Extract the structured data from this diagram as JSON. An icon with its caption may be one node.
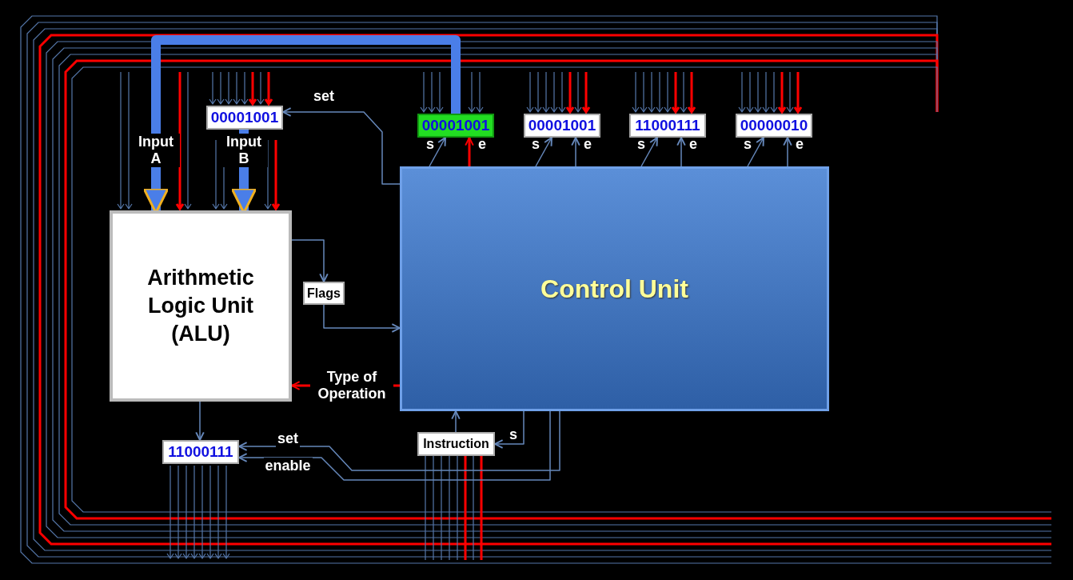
{
  "diagram": {
    "nodes": [
      {
        "text": [
          "00001001"
        ]
      },
      {
        "text": [
          "00001001"
        ]
      },
      {
        "text": [
          "00001001"
        ]
      },
      {
        "text": [
          "11000111"
        ]
      },
      {
        "text": [
          "00000010"
        ]
      },
      {
        "text": [
          "Arithmetic Logic Unit (ALU)"
        ]
      },
      {
        "text": [
          "Flags"
        ]
      },
      {
        "text": [
          "Control Unit"
        ]
      },
      {
        "text": [
          "11000111"
        ]
      },
      {
        "text": [
          "Instruction"
        ]
      }
    ],
    "edges": [
      {
        "from": 7,
        "to": 0,
        "arrow": "to",
        "label": "set"
      },
      {
        "from": 7,
        "to": 1,
        "arrow": "to",
        "label": "s"
      },
      {
        "from": 7,
        "to": 1,
        "arrow": "to",
        "label": "e",
        "color": "#ff0000"
      },
      {
        "from": 7,
        "to": 2,
        "arrow": "to",
        "label": "s"
      },
      {
        "from": 7,
        "to": 2,
        "arrow": "to",
        "label": "e"
      },
      {
        "from": 7,
        "to": 3,
        "arrow": "to",
        "label": "s"
      },
      {
        "from": 7,
        "to": 3,
        "arrow": "to",
        "label": "e"
      },
      {
        "from": 7,
        "to": 4,
        "arrow": "to",
        "label": "s"
      },
      {
        "from": 7,
        "to": 4,
        "arrow": "to",
        "label": "e"
      },
      {
        "from": 1,
        "to": 5,
        "arrow": "to",
        "label": "Input A",
        "style": "thick"
      },
      {
        "from": 0,
        "to": 5,
        "arrow": "to",
        "label": "Input B",
        "style": "thick"
      },
      {
        "from": 5,
        "to": 6,
        "arrow": "to"
      },
      {
        "from": 6,
        "to": 7,
        "arrow": "to"
      },
      {
        "from": 7,
        "to": 5,
        "arrow": "to",
        "label": "Type of Operation",
        "color": "#ff0000"
      },
      {
        "from": 5,
        "to": 8,
        "arrow": "to"
      },
      {
        "from": 7,
        "to": 8,
        "arrow": "to",
        "label": "set"
      },
      {
        "from": 7,
        "to": 8,
        "arrow": "to",
        "label": "enable"
      },
      {
        "from": 7,
        "to": 9,
        "arrow": "to",
        "label": "s"
      },
      {
        "from": 9,
        "to": 7,
        "arrow": "to"
      }
    ]
  }
}
